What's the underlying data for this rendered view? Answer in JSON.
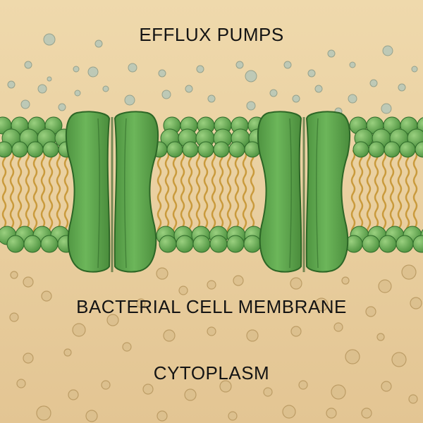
{
  "labels": {
    "title": "EFFLUX PUMPS",
    "membrane": "BACTERIAL CELL MEMBRANE",
    "cytoplasm": "CYTOPLASM"
  },
  "colors": {
    "background_upper": "#efd9ac",
    "background_lower": "#e3c593",
    "head_fill": "#5ea84f",
    "head_stroke": "#2f6b2a",
    "tail": "#c99a3c",
    "pump_fill": "#5ca54d",
    "pump_stroke": "#2c6626",
    "molecule_fill": "#b9c8b8",
    "molecule_stroke": "#8c9c8a",
    "cyto_dot_fill": "#dcc08e",
    "cyto_dot_stroke": "#b89860",
    "text": "#141414"
  },
  "pumps": {
    "count": 2
  }
}
